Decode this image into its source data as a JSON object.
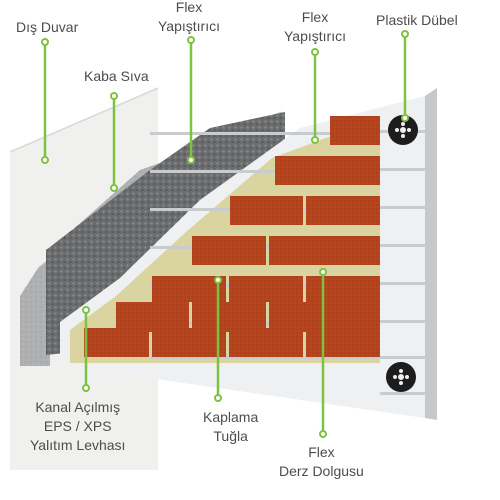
{
  "labels": {
    "dis_duvar": {
      "lines": [
        "Dış Duvar"
      ]
    },
    "kaba_siva": {
      "lines": [
        "Kaba Sıva"
      ]
    },
    "flex_yapistirici_1": {
      "lines": [
        "Flex",
        "Yapıştırıcı"
      ]
    },
    "flex_yapistirici_2": {
      "lines": [
        "Flex",
        "Yapıştırıcı"
      ]
    },
    "plastik_dubel": {
      "lines": [
        "Plastik Dübel"
      ]
    },
    "kanal_acilmis": {
      "lines": [
        "Kanal Açılmış",
        "EPS / XPS",
        "Yalıtım Levhası"
      ]
    },
    "kaplama_tugla": {
      "lines": [
        "Kaplama",
        "Tuğla"
      ]
    },
    "flex_derz": {
      "lines": [
        "Flex",
        "Derz Dolgusu"
      ]
    }
  },
  "colors": {
    "leader": "#7dc242",
    "text": "#4d4d4d",
    "brick": "#b4441e",
    "mortar": "#d9d4a0",
    "plaster": "#aeb0b1",
    "adhesive": "#6a6c6d",
    "insulation": "#eef0f1",
    "wall": "#f2f2f1",
    "dowel": "#1d1d1d"
  },
  "icons": {
    "dowel": "plastic-dowel-icon"
  }
}
